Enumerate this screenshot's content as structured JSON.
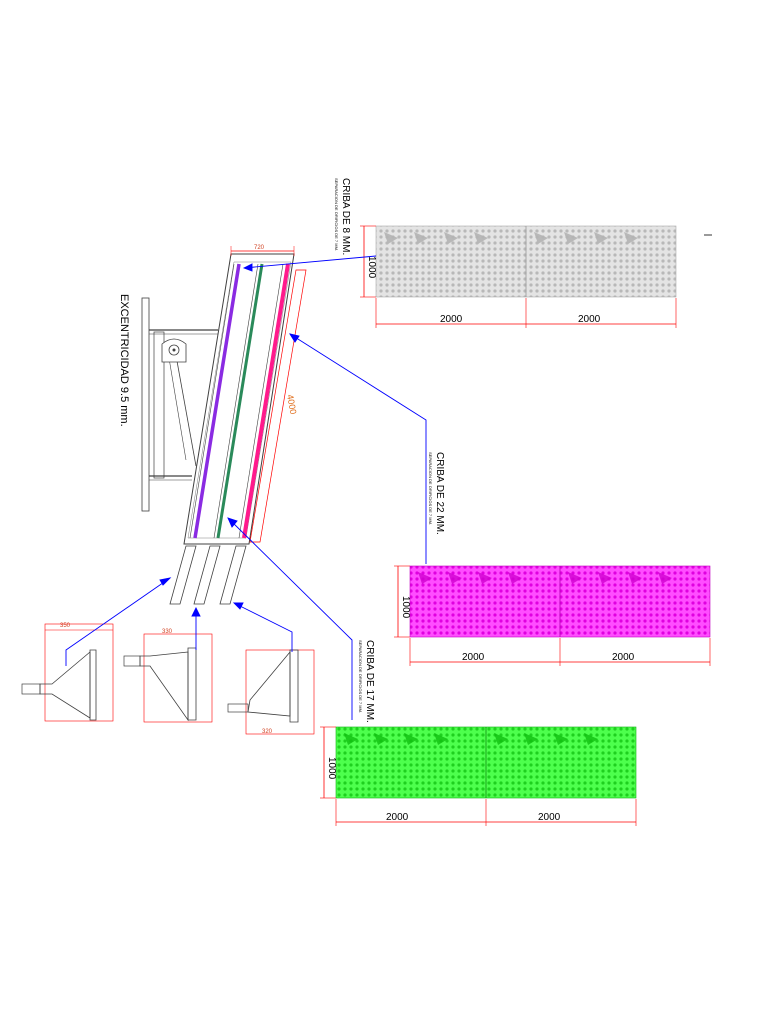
{
  "colors": {
    "screen_8": "#c8c8c8",
    "screen_22": "#ff33ff",
    "screen_17": "#33ff33",
    "leader": "#0000ff",
    "dimension": "#ff0000",
    "orange_dim": "#e07020"
  },
  "screens": [
    {
      "label": "CRIBA  DE  8  MM.",
      "sub": "SEPARACION DE ORIFICIOS DE 7 MM.",
      "height": "1000",
      "widths": [
        "2000",
        "2000"
      ]
    },
    {
      "label": "CRIBA  DE  22  MM.",
      "sub": "SEPARACION DE ORIFICIOS DE 7 MM.",
      "height": "1000",
      "widths": [
        "2000",
        "2000"
      ]
    },
    {
      "label": "CRIBA  DE  17  MM.",
      "sub": "SEPARACION DE ORIFICIOS DE 7 MM.",
      "height": "1000",
      "widths": [
        "2000",
        "2000"
      ]
    }
  ],
  "frame": {
    "length": "4000",
    "top_width": "720",
    "eccentricity": "EXCENTRICIDAD  9.5  mm."
  },
  "hoppers": {
    "dims_top": [
      "350",
      "330",
      "320"
    ]
  }
}
